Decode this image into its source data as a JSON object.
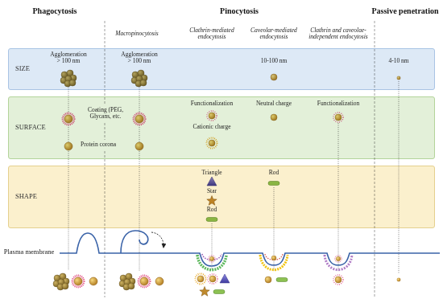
{
  "diagram": {
    "nodes": [
      {
        "text": [
          "SIZE",
          "Agglomeration > 100 nm",
          "Agglomeration > 100 nm",
          "10-100 nm",
          "4-10 nm"
        ]
      },
      {
        "text": [
          "SURFACE",
          "Coating (PEG, Glycans, etc.",
          "Protein corona",
          "Functionalization",
          "Cationic charge",
          "Neutral charge",
          "Functionalization"
        ]
      },
      {
        "text": [
          "SHAPE",
          "Triangle",
          "Star",
          "Rod",
          "Rod"
        ]
      }
    ],
    "labels": [
      "Phagocytosis",
      "Pinocytosis",
      "Passive penetration",
      "Macropinocytosis",
      "Clathrin-mediated endocytosis",
      "Caveolar-mediated endocytosis",
      "Clathrin and caveolae-independent endocytosis",
      "Plasma membrane"
    ]
  }
}
